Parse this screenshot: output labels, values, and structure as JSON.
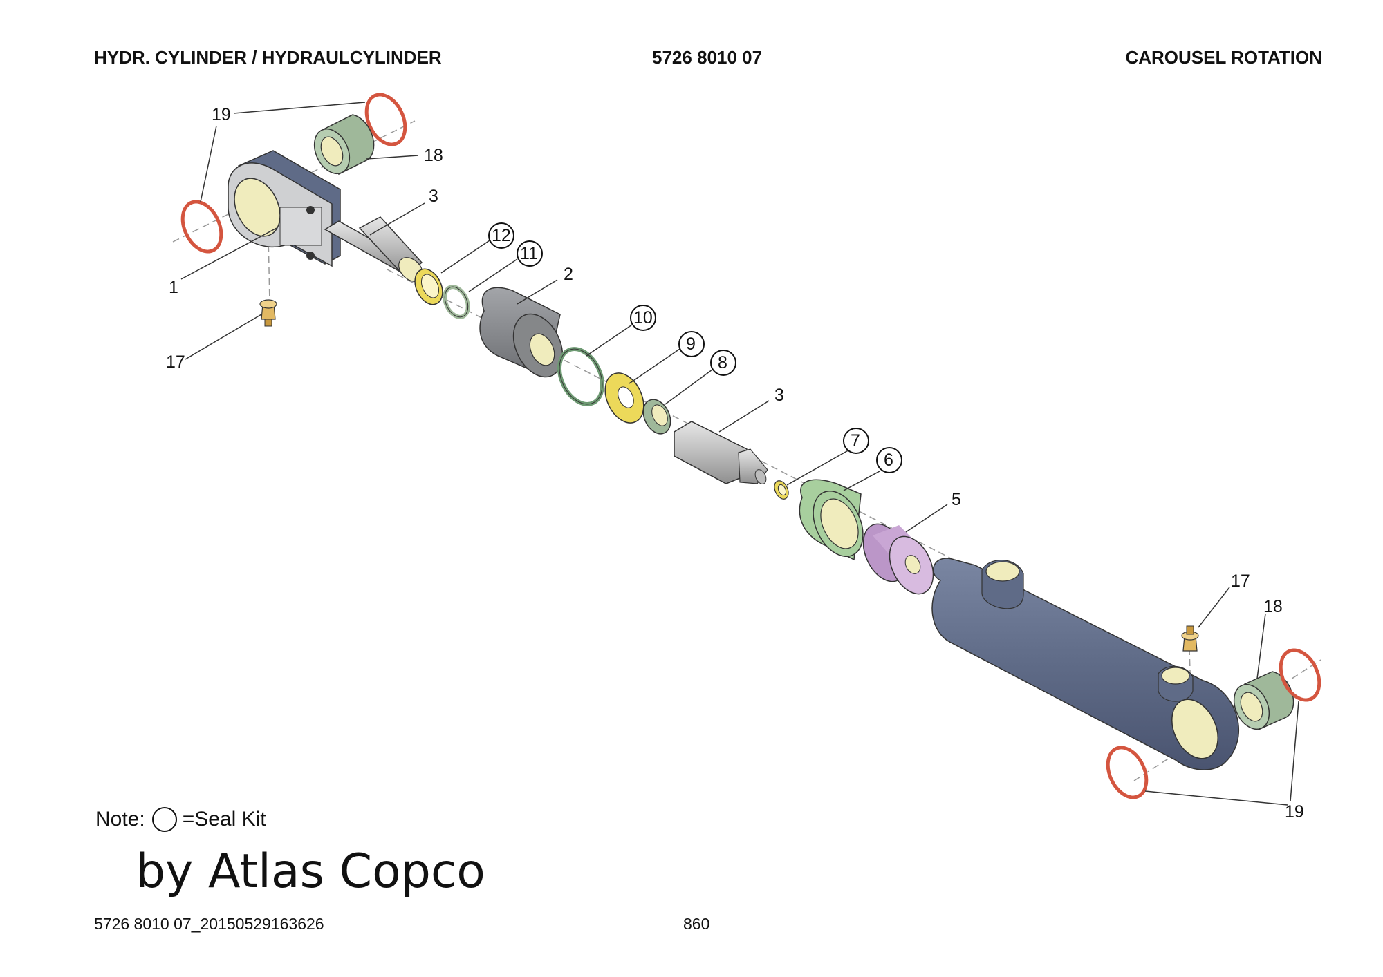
{
  "header": {
    "title": "HYDR. CYLINDER / HYDRAULCYLINDER",
    "part_number": "5726 8010 07",
    "section": "CAROUSEL ROTATION"
  },
  "callouts": {
    "c1": "1",
    "c2": "2",
    "c3a": "3",
    "c3b": "3",
    "c5": "5",
    "c6": "6",
    "c7": "7",
    "c8": "8",
    "c9": "9",
    "c10": "10",
    "c11": "11",
    "c12": "12",
    "c17a": "17",
    "c17b": "17",
    "c18a": "18",
    "c18b": "18",
    "c19a": "19",
    "c19b": "19"
  },
  "note": {
    "prefix": "Note:",
    "suffix": "=Seal Kit"
  },
  "watermark": "by Atlas Copco",
  "footer": {
    "file_id": "5726 8010 07_20150529163626",
    "page": "860"
  },
  "colors": {
    "cylinder_body": "#5f6b87",
    "rod_eye_body": "#5f6b87",
    "bearing_green": "#9fb89a",
    "gland_green": "#a8cf9e",
    "piston_purple": "#c9a6d4",
    "gland_grey": "#838589",
    "snap_ring": "#d4553f",
    "seal_yellow": "#ecd95a",
    "bore_cream": "#f0ecbd"
  }
}
